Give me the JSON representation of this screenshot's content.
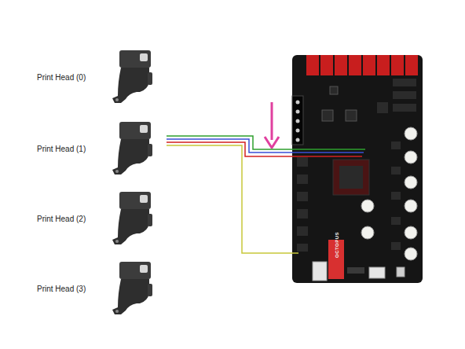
{
  "diagram": {
    "nodes": [
      {
        "text": [
          "Print Head (0)"
        ]
      },
      {
        "text": [
          "Print Head (1)"
        ]
      },
      {
        "text": [
          "Print Head (2)"
        ]
      },
      {
        "text": [
          "Print Head (3)"
        ]
      },
      {
        "text": [
          "OCTOPUS"
        ]
      }
    ],
    "edges": [
      {
        "from": 1,
        "to": 4,
        "arrow": "none"
      },
      {
        "from": 1,
        "to": 4,
        "arrow": "none"
      },
      {
        "from": 1,
        "to": 4,
        "arrow": "none"
      },
      {
        "from": 1,
        "to": 4,
        "arrow": "none"
      }
    ]
  }
}
